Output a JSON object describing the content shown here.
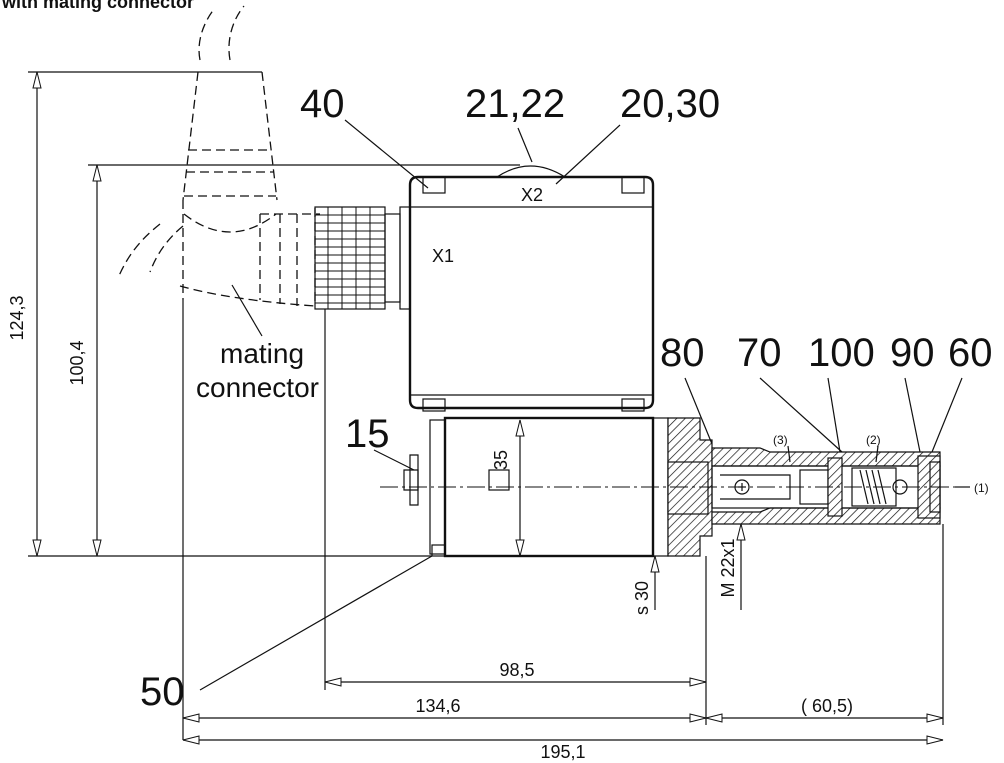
{
  "header": {
    "cropped_text": "with mating connector"
  },
  "dimensions": {
    "overall_height": "124,3",
    "coil_height": "100,4",
    "square": "35",
    "across_flats": "s 30",
    "thread": "M 22x1",
    "length_coil_tip": "98,5",
    "length_body": "134,6",
    "length_cartridge": "( 60,5)",
    "length_total": "195,1"
  },
  "callouts": {
    "c40": "40",
    "c21_22": "21,22",
    "c20_30": "20,30",
    "c15": "15",
    "c50": "50",
    "c80": "80",
    "c70": "70",
    "c100": "100",
    "c90": "90",
    "c60": "60"
  },
  "ports": {
    "p1": "(1)",
    "p2": "(2)",
    "p3": "(3)"
  },
  "labels": {
    "x1": "X1",
    "x2": "X2",
    "mating_line1": "mating",
    "mating_line2": "connector"
  }
}
